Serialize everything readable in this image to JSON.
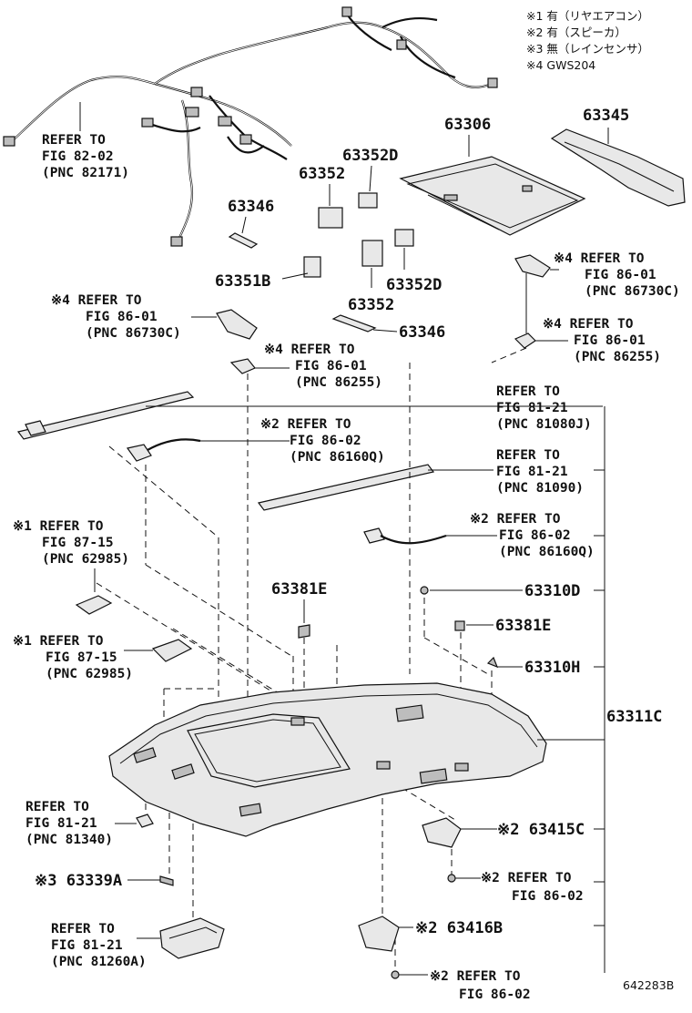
{
  "notes": [
    "※1 有（リヤエアコン）",
    "※2 有（スピーカ）",
    "※3 無（レインセンサ）",
    "※4 GWS204"
  ],
  "parts": {
    "p63306": "63306",
    "p63345": "63345",
    "p63352D_a": "63352D",
    "p63352_a": "63352",
    "p63346_a": "63346",
    "p63351B": "63351B",
    "p63352D_b": "63352D",
    "p63352_b": "63352",
    "p63346_b": "63346",
    "p63381E_a": "63381E",
    "p63310D": "63310D",
    "p63381E_b": "63381E",
    "p63310H": "63310H",
    "p63311C": "63311C",
    "p63415C": "※2 63415C",
    "p63339A": "※3 63339A",
    "p63416B": "※2 63416B"
  },
  "refs": {
    "r_82171": [
      "REFER TO",
      "FIG 82-02",
      "(PNC 82171)"
    ],
    "r_86730C_right": [
      "※4 REFER TO",
      "FIG 86-01",
      "(PNC 86730C)"
    ],
    "r_86730C_left": [
      "※4 REFER TO",
      "FIG 86-01",
      "(PNC 86730C)"
    ],
    "r_86255_right": [
      "※4 REFER TO",
      "FIG 86-01",
      "(PNC 86255)"
    ],
    "r_86255_mid": [
      "※4 REFER TO",
      "FIG 86-01",
      "(PNC 86255)"
    ],
    "r_81080J": [
      "REFER TO",
      "FIG 81-21",
      "(PNC 81080J)"
    ],
    "r_86160Q_mid": [
      "※2 REFER TO",
      "FIG 86-02",
      "(PNC 86160Q)"
    ],
    "r_81090": [
      "REFER TO",
      "FIG 81-21",
      "(PNC 81090)"
    ],
    "r_86160Q_right": [
      "※2 REFER TO",
      "FIG 86-02",
      "(PNC 86160Q)"
    ],
    "r_62985_a": [
      "※1 REFER TO",
      "FIG 87-15",
      "(PNC 62985)"
    ],
    "r_62985_b": [
      "※1 REFER TO",
      "FIG 87-15",
      "(PNC 62985)"
    ],
    "r_81340": [
      "REFER TO",
      "FIG 81-21",
      "(PNC 81340)"
    ],
    "r_81260A": [
      "REFER TO",
      "FIG 81-21",
      "(PNC 81260A)"
    ],
    "r_8602_a": [
      "※2 REFER TO",
      "FIG 86-02"
    ],
    "r_8602_b": [
      "※2 REFER TO",
      "FIG 86-02"
    ]
  },
  "diagram_code": "642283B"
}
